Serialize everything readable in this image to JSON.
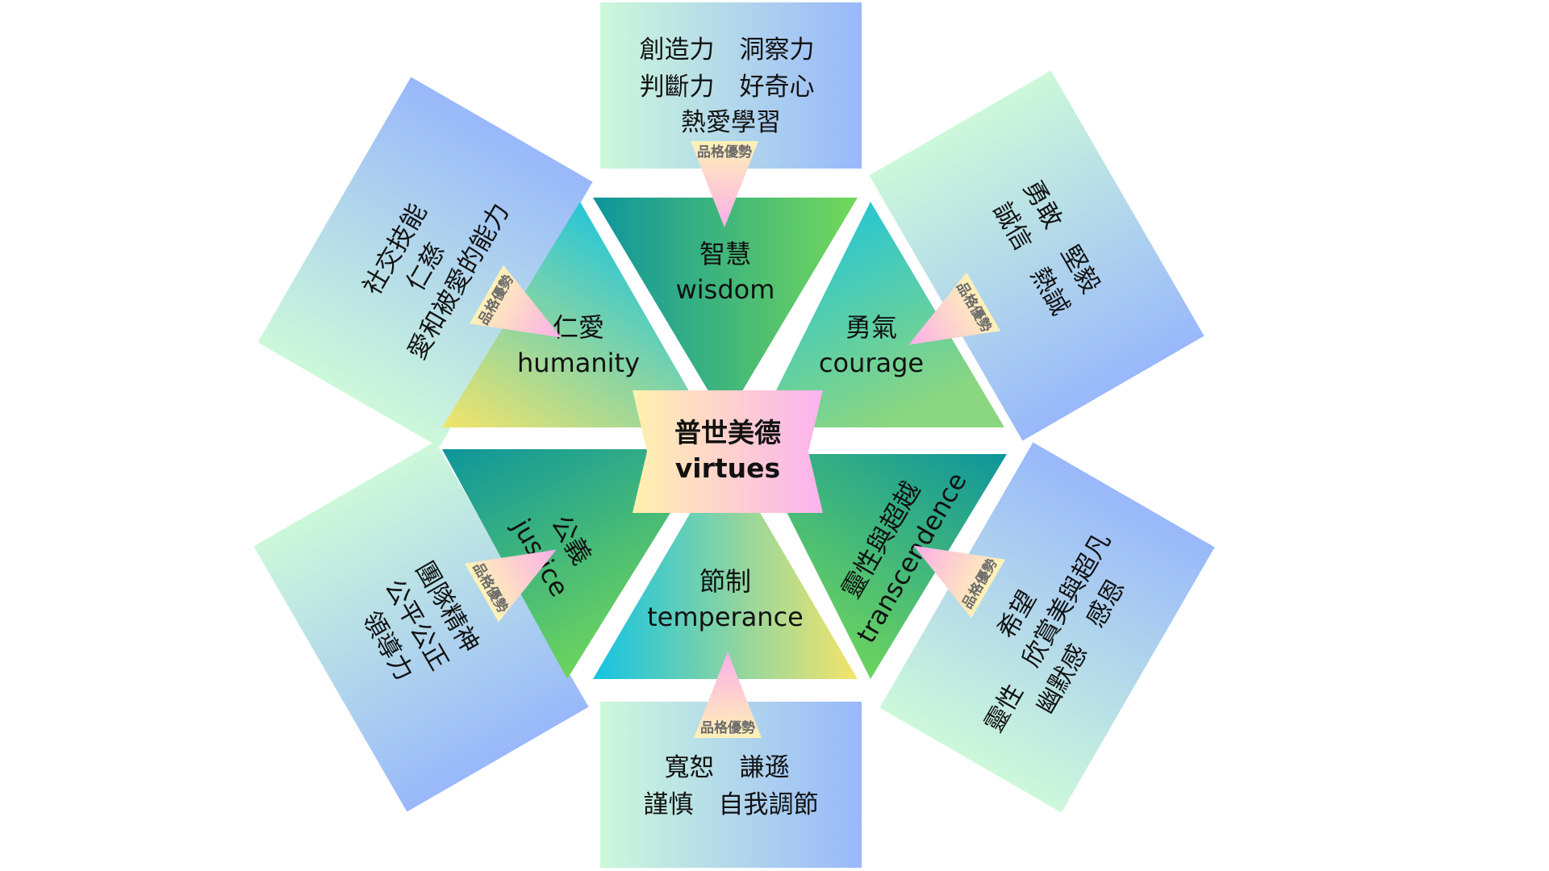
{
  "tag_label": "品格優勢",
  "center": {
    "zh": "普世美德",
    "en": "virtues"
  },
  "virtues": {
    "wisdom": {
      "zh": "智慧",
      "en": "wisdom"
    },
    "courage": {
      "zh": "勇氣",
      "en": "courage"
    },
    "humanity": {
      "zh": "仁愛",
      "en": "humanity"
    },
    "justice": {
      "zh": "公義",
      "en": "justice"
    },
    "temperance": {
      "zh": "節制",
      "en": "temperance"
    },
    "transcendence": {
      "zh": "靈性與超越",
      "en": "transcendence"
    }
  },
  "strengths": {
    "wisdom": [
      "創造力　洞察力",
      "判斷力　好奇心",
      "熱愛學習"
    ],
    "courage": [
      "勇敢　堅毅",
      "誠信　熱誠"
    ],
    "humanity": [
      "社交技能",
      "仁慈",
      "愛和被愛的能力"
    ],
    "justice": [
      "團隊精神",
      "公平公正",
      "領導力"
    ],
    "temperance": [
      "寬恕　謙遜",
      "謹慎　自我調節"
    ],
    "transcendence": [
      "希望",
      "靈性　欣賞美與超凡",
      "幽默感　感恩"
    ]
  },
  "colors": {
    "triangle_dark": "#0f9a9a",
    "triangle_green": "#6fd35a",
    "triangle_cyan": "#1ec6df",
    "triangle_yellow": "#f2e36c",
    "card_green": "#c9f7da",
    "card_blue": "#99b9fb",
    "center_yellow": "#fff0b0",
    "center_pink": "#fcb3ec",
    "arrow_pink": "#fcb0ea",
    "arrow_yellow": "#fff2b8"
  }
}
